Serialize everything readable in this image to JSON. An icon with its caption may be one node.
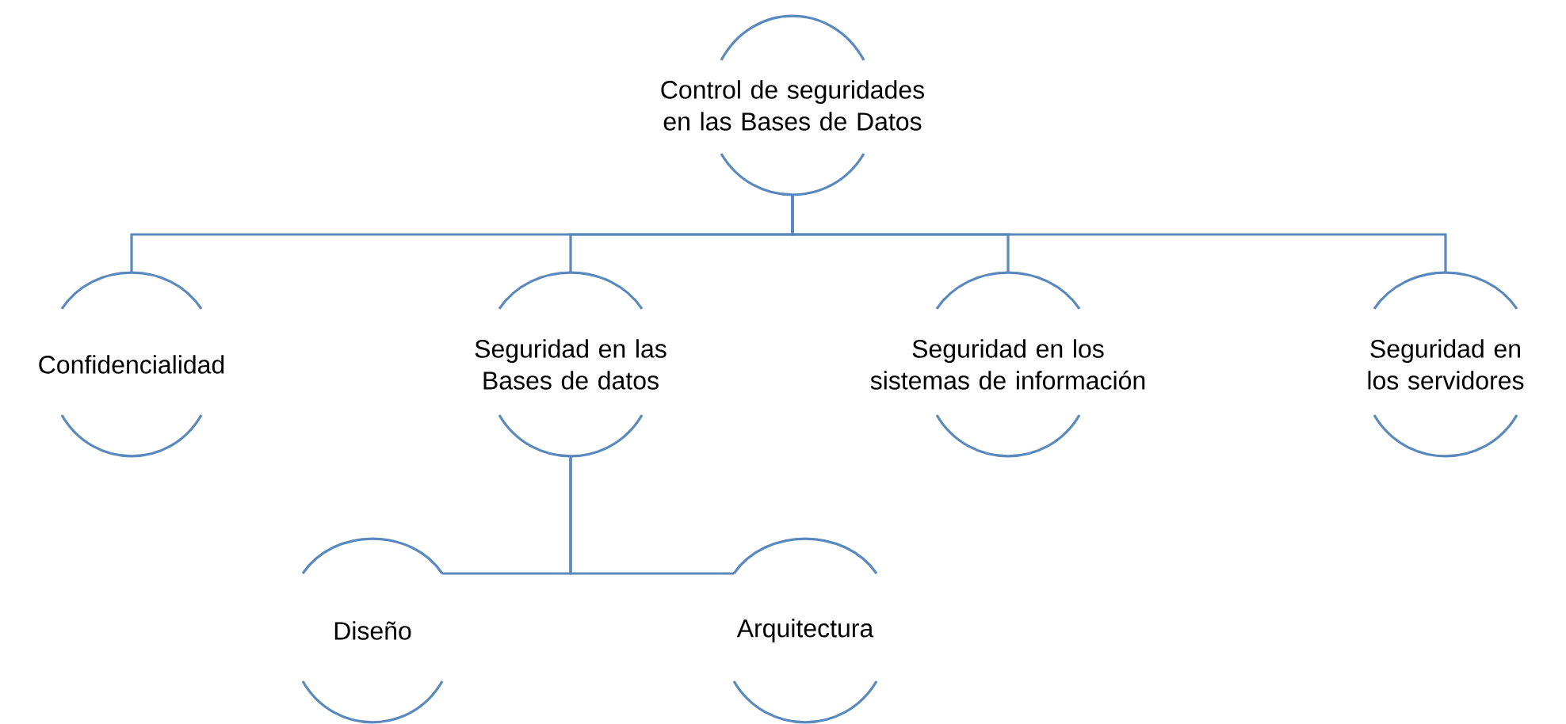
{
  "diagram": {
    "nodes": [
      {
        "text": [
          "Control de seguridades en las Bases de Datos"
        ]
      },
      {
        "text": [
          "Confidencialidad"
        ]
      },
      {
        "text": [
          "Seguridad en las Bases de datos"
        ]
      },
      {
        "text": [
          "Seguridad en los sistemas de información"
        ]
      },
      {
        "text": [
          "Seguridad en los servidores"
        ]
      },
      {
        "text": [
          "Diseño"
        ]
      },
      {
        "text": [
          "Arquitectura"
        ]
      }
    ],
    "edges": [
      {
        "from": 0,
        "to": 1,
        "arrow": "none"
      },
      {
        "from": 0,
        "to": 2,
        "arrow": "none"
      },
      {
        "from": 0,
        "to": 3,
        "arrow": "none"
      },
      {
        "from": 0,
        "to": 4,
        "arrow": "none"
      },
      {
        "from": 2,
        "to": 5,
        "arrow": "none"
      },
      {
        "from": 2,
        "to": 6,
        "arrow": "none"
      }
    ]
  }
}
